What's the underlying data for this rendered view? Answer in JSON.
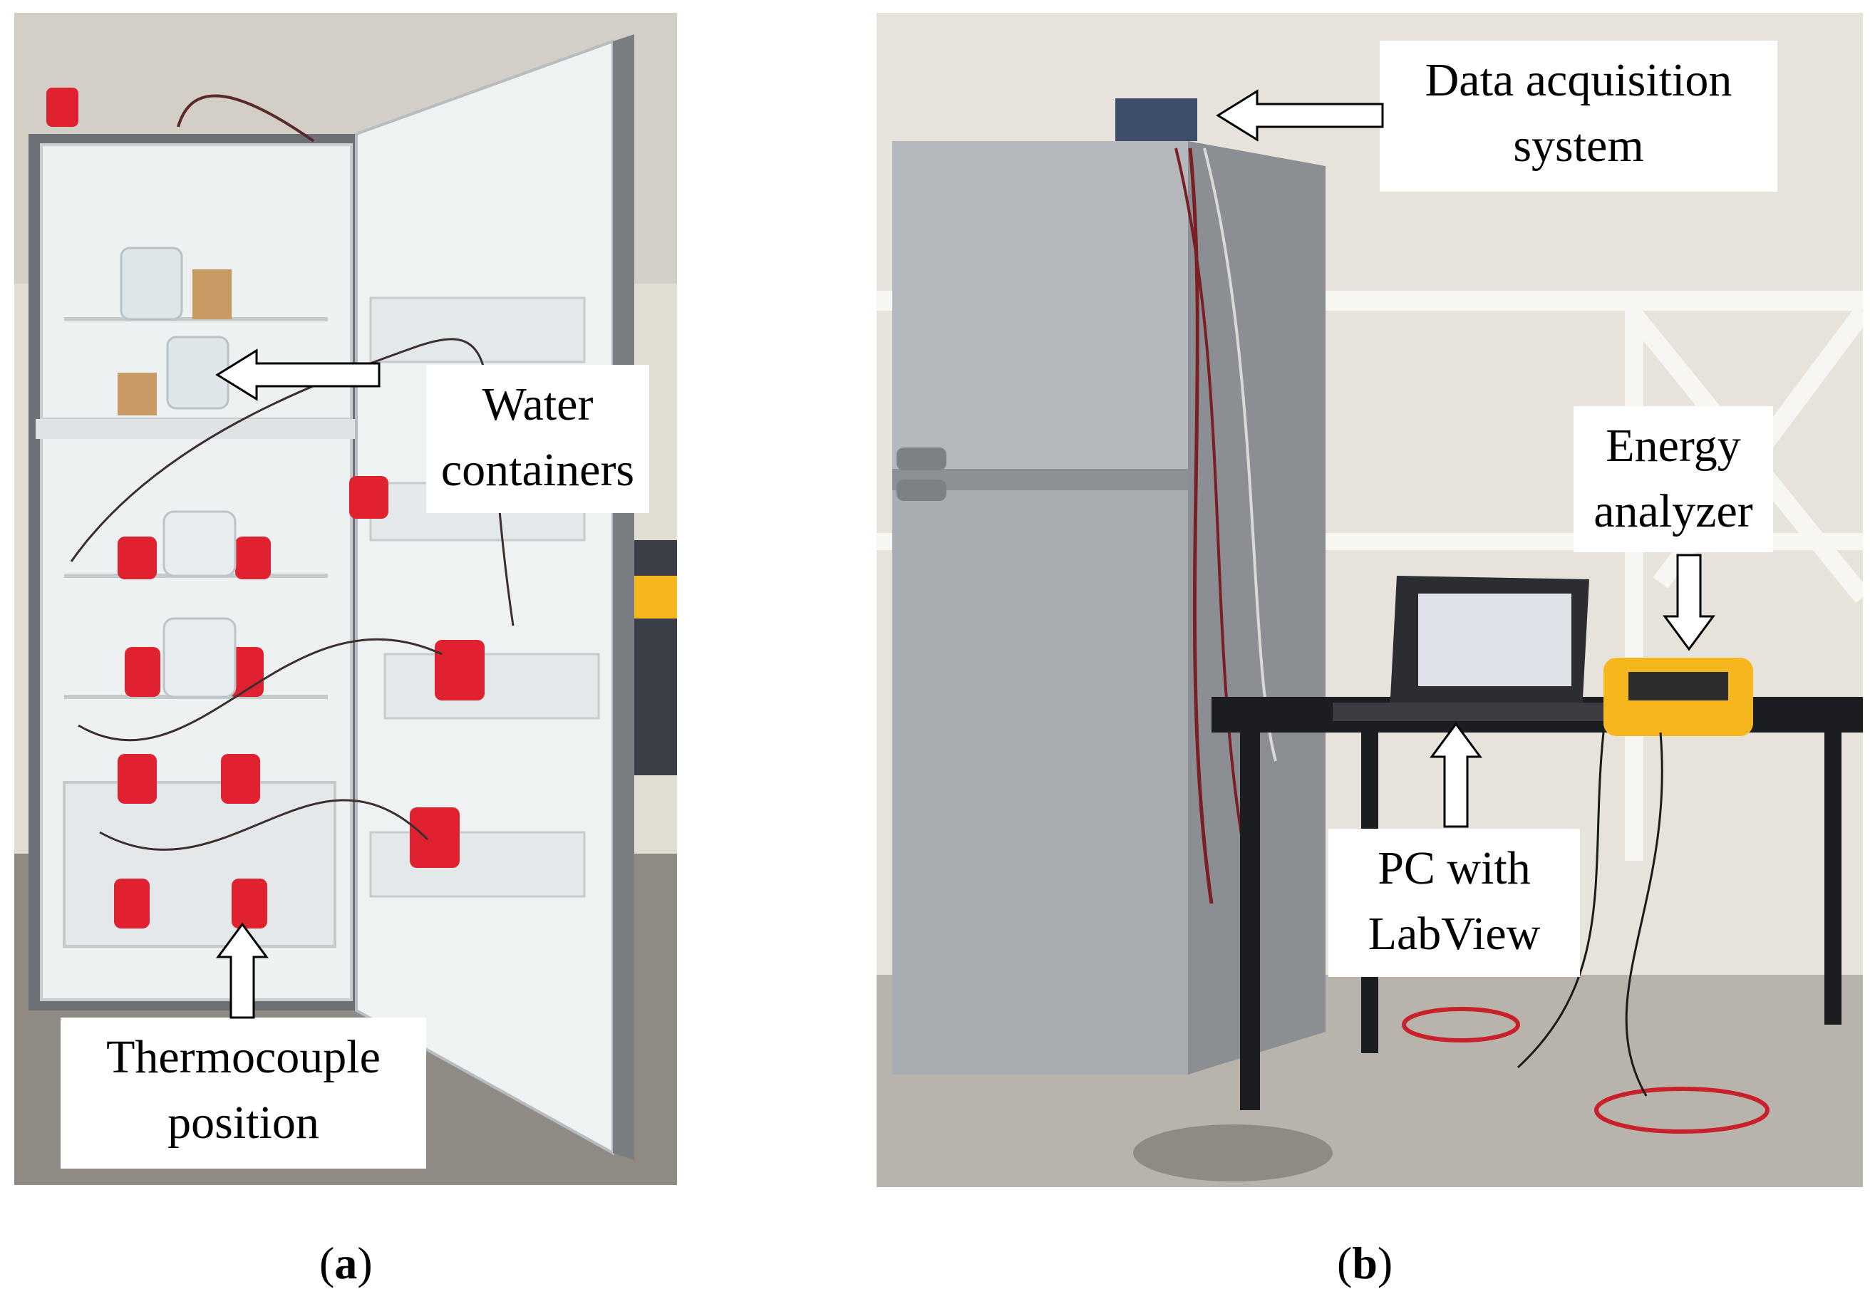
{
  "figure": {
    "panels": [
      {
        "id": "a",
        "subject": "open two-door refrigerator with instrumented water containers",
        "callouts": [
          {
            "lines": [
              "Water",
              "containers"
            ]
          },
          {
            "lines": [
              "Thermocouple",
              "position"
            ]
          }
        ],
        "caption": {
          "open": "(",
          "letter": "a",
          "close": ")"
        }
      },
      {
        "id": "b",
        "subject": "closed stainless refrigerator beside table with laptop and energy analyzer",
        "callouts": [
          {
            "lines": [
              "Data acquisition",
              "system"
            ]
          },
          {
            "lines": [
              "Energy",
              "analyzer"
            ]
          },
          {
            "lines": [
              "PC with",
              "LabView"
            ]
          }
        ],
        "caption": {
          "open": "(",
          "letter": "b",
          "close": ")"
        }
      }
    ],
    "colors": {
      "fridge_interior": "#eef1f2",
      "fridge_steel": "#a9adb2",
      "container_red": "#e0212f",
      "analyzer_yellow": "#f5b71d",
      "warehouse_wall": "#e8e3da"
    }
  }
}
